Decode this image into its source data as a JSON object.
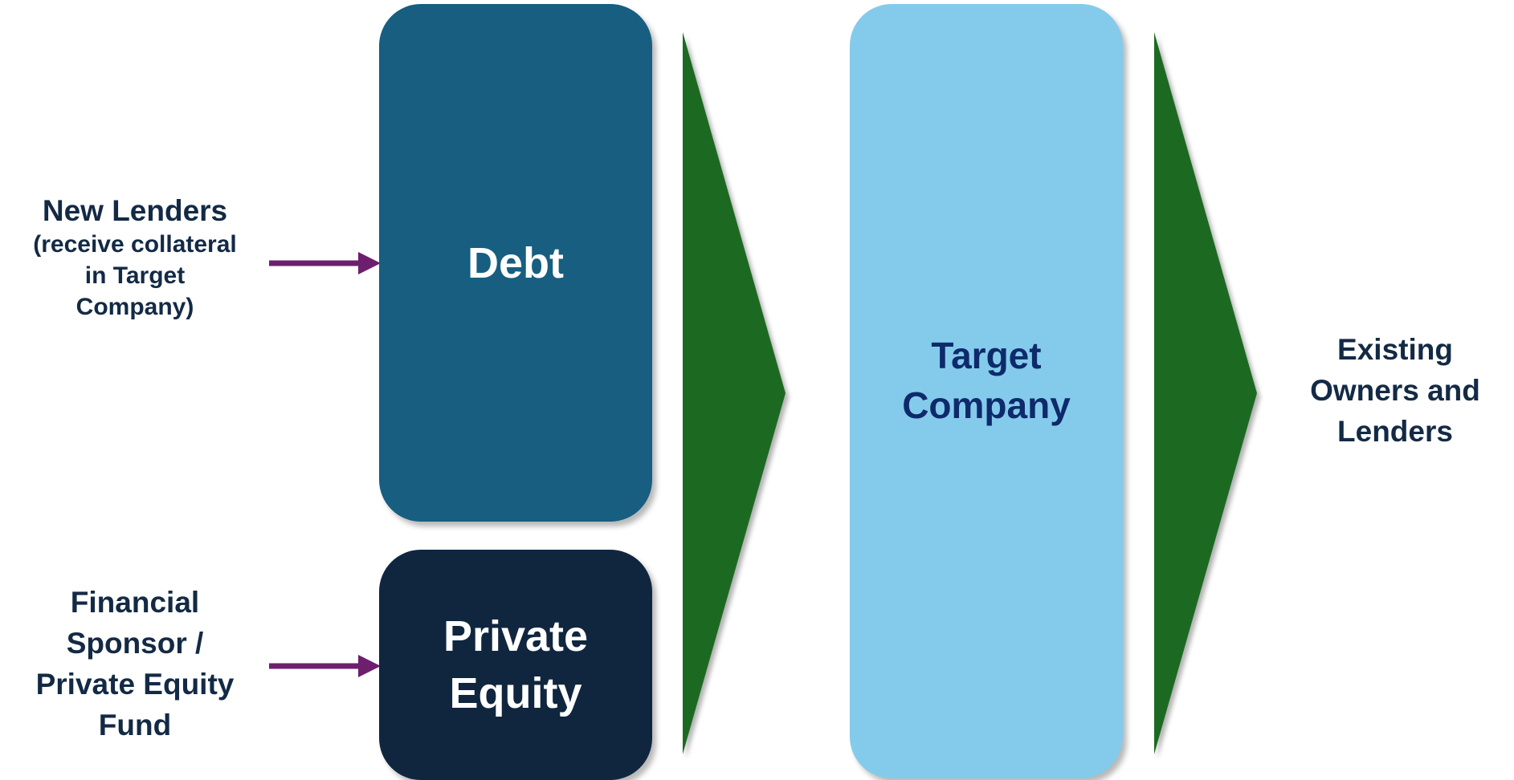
{
  "diagram": {
    "sources": {
      "new_lenders": {
        "title": "New Lenders",
        "sub_lines": [
          "(receive collateral",
          "in Target",
          "Company)"
        ]
      },
      "sponsor": {
        "lines": [
          "Financial",
          "Sponsor /",
          "Private Equity",
          "Fund"
        ]
      }
    },
    "boxes": {
      "debt": {
        "lines": [
          "Debt"
        ]
      },
      "equity": {
        "lines": [
          "Private",
          "Equity"
        ]
      },
      "target": {
        "lines": [
          "Target",
          "Company"
        ]
      }
    },
    "destination": {
      "lines": [
        "Existing",
        "Owners and",
        "Lenders"
      ]
    },
    "colors": {
      "debt_fill": "#175e81",
      "equity_fill": "#10263f",
      "target_fill": "#84cbeb",
      "target_text": "#0e2a6b",
      "chevron_fill": "#1d6b24",
      "arrow_color": "#6d1f6e",
      "label_text": "#132a45"
    }
  }
}
